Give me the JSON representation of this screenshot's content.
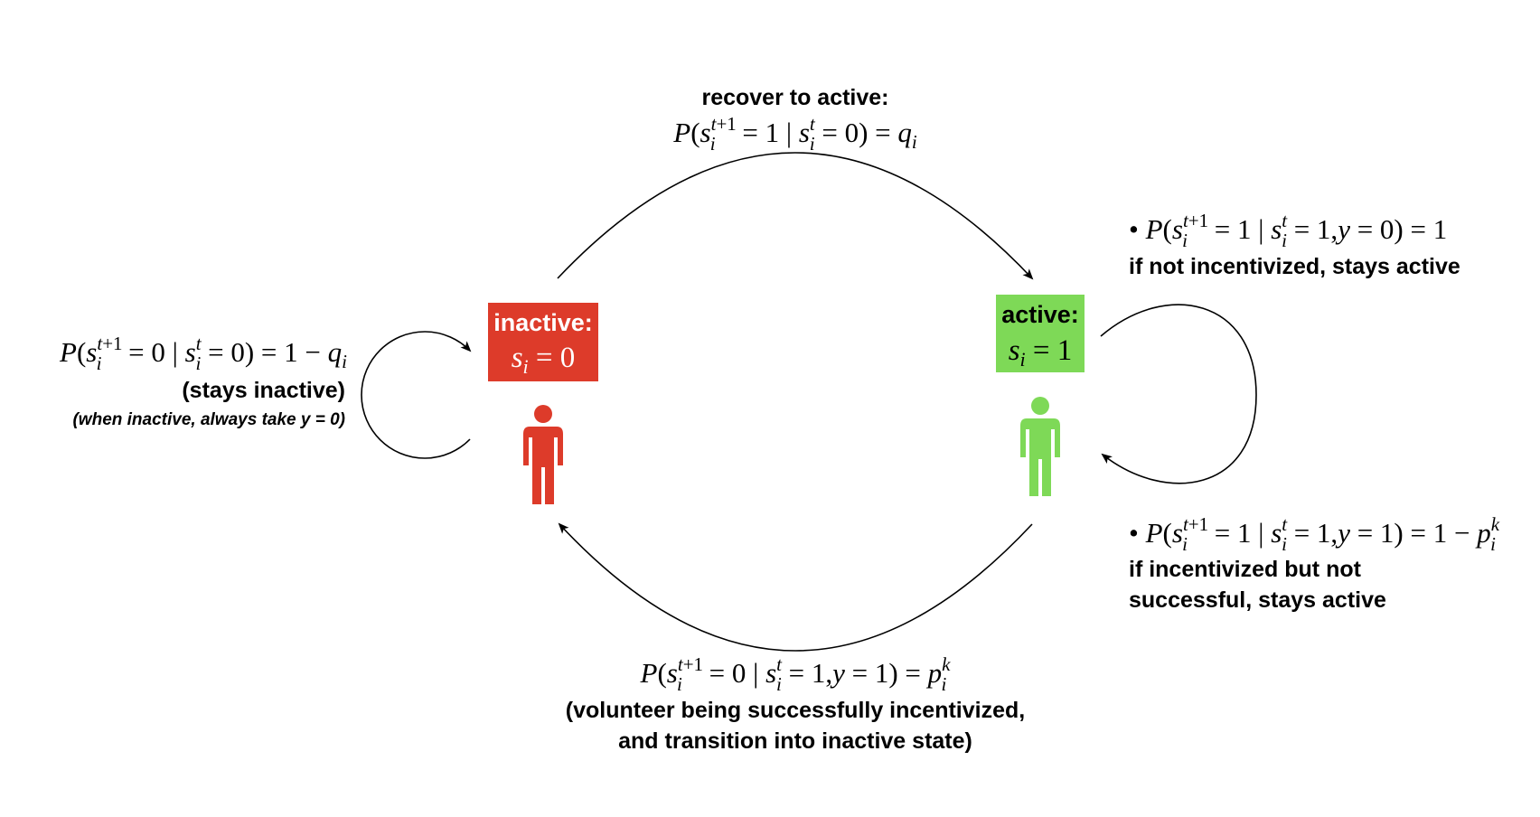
{
  "colors": {
    "inactive": "#dd3b2a",
    "active": "#7ed957",
    "inactive_text": "#ffffff",
    "active_text": "#000000"
  },
  "states": {
    "inactive": {
      "label": "inactive:",
      "formula": "s_i = 0",
      "icon": "person-icon"
    },
    "active": {
      "label": "active:",
      "formula": "s_i = 1",
      "icon": "person-icon"
    }
  },
  "transitions": {
    "recover": {
      "title": "recover to active:",
      "formula": "P(s_i^{t+1} = 1 | s_i^t = 0) = q_i"
    },
    "stay_inactive": {
      "formula": "P(s_i^{t+1} = 0 | s_i^t = 0) = 1 − q_i",
      "caption": "(stays inactive)",
      "note": "(when inactive, always take y = 0)"
    },
    "stay_active_not_incentivized": {
      "bullet": "•",
      "formula": "P(s_i^{t+1} = 1 | s_i^t = 1,y = 0) = 1",
      "caption": "if not incentivized, stays active"
    },
    "stay_active_incentivized": {
      "bullet": "•",
      "formula": "P(s_i^{t+1} = 1 | s_i^t = 1,y = 1) = 1 − p_i^k",
      "caption_line1": "if incentivized but not",
      "caption_line2": "successful, stays active"
    },
    "deactivate": {
      "formula": "P(s_i^{t+1} = 0 | s_i^t = 1,y = 1) = p_i^k",
      "caption_line1": "(volunteer being successfully incentivized,",
      "caption_line2": "and transition into inactive state)"
    }
  }
}
